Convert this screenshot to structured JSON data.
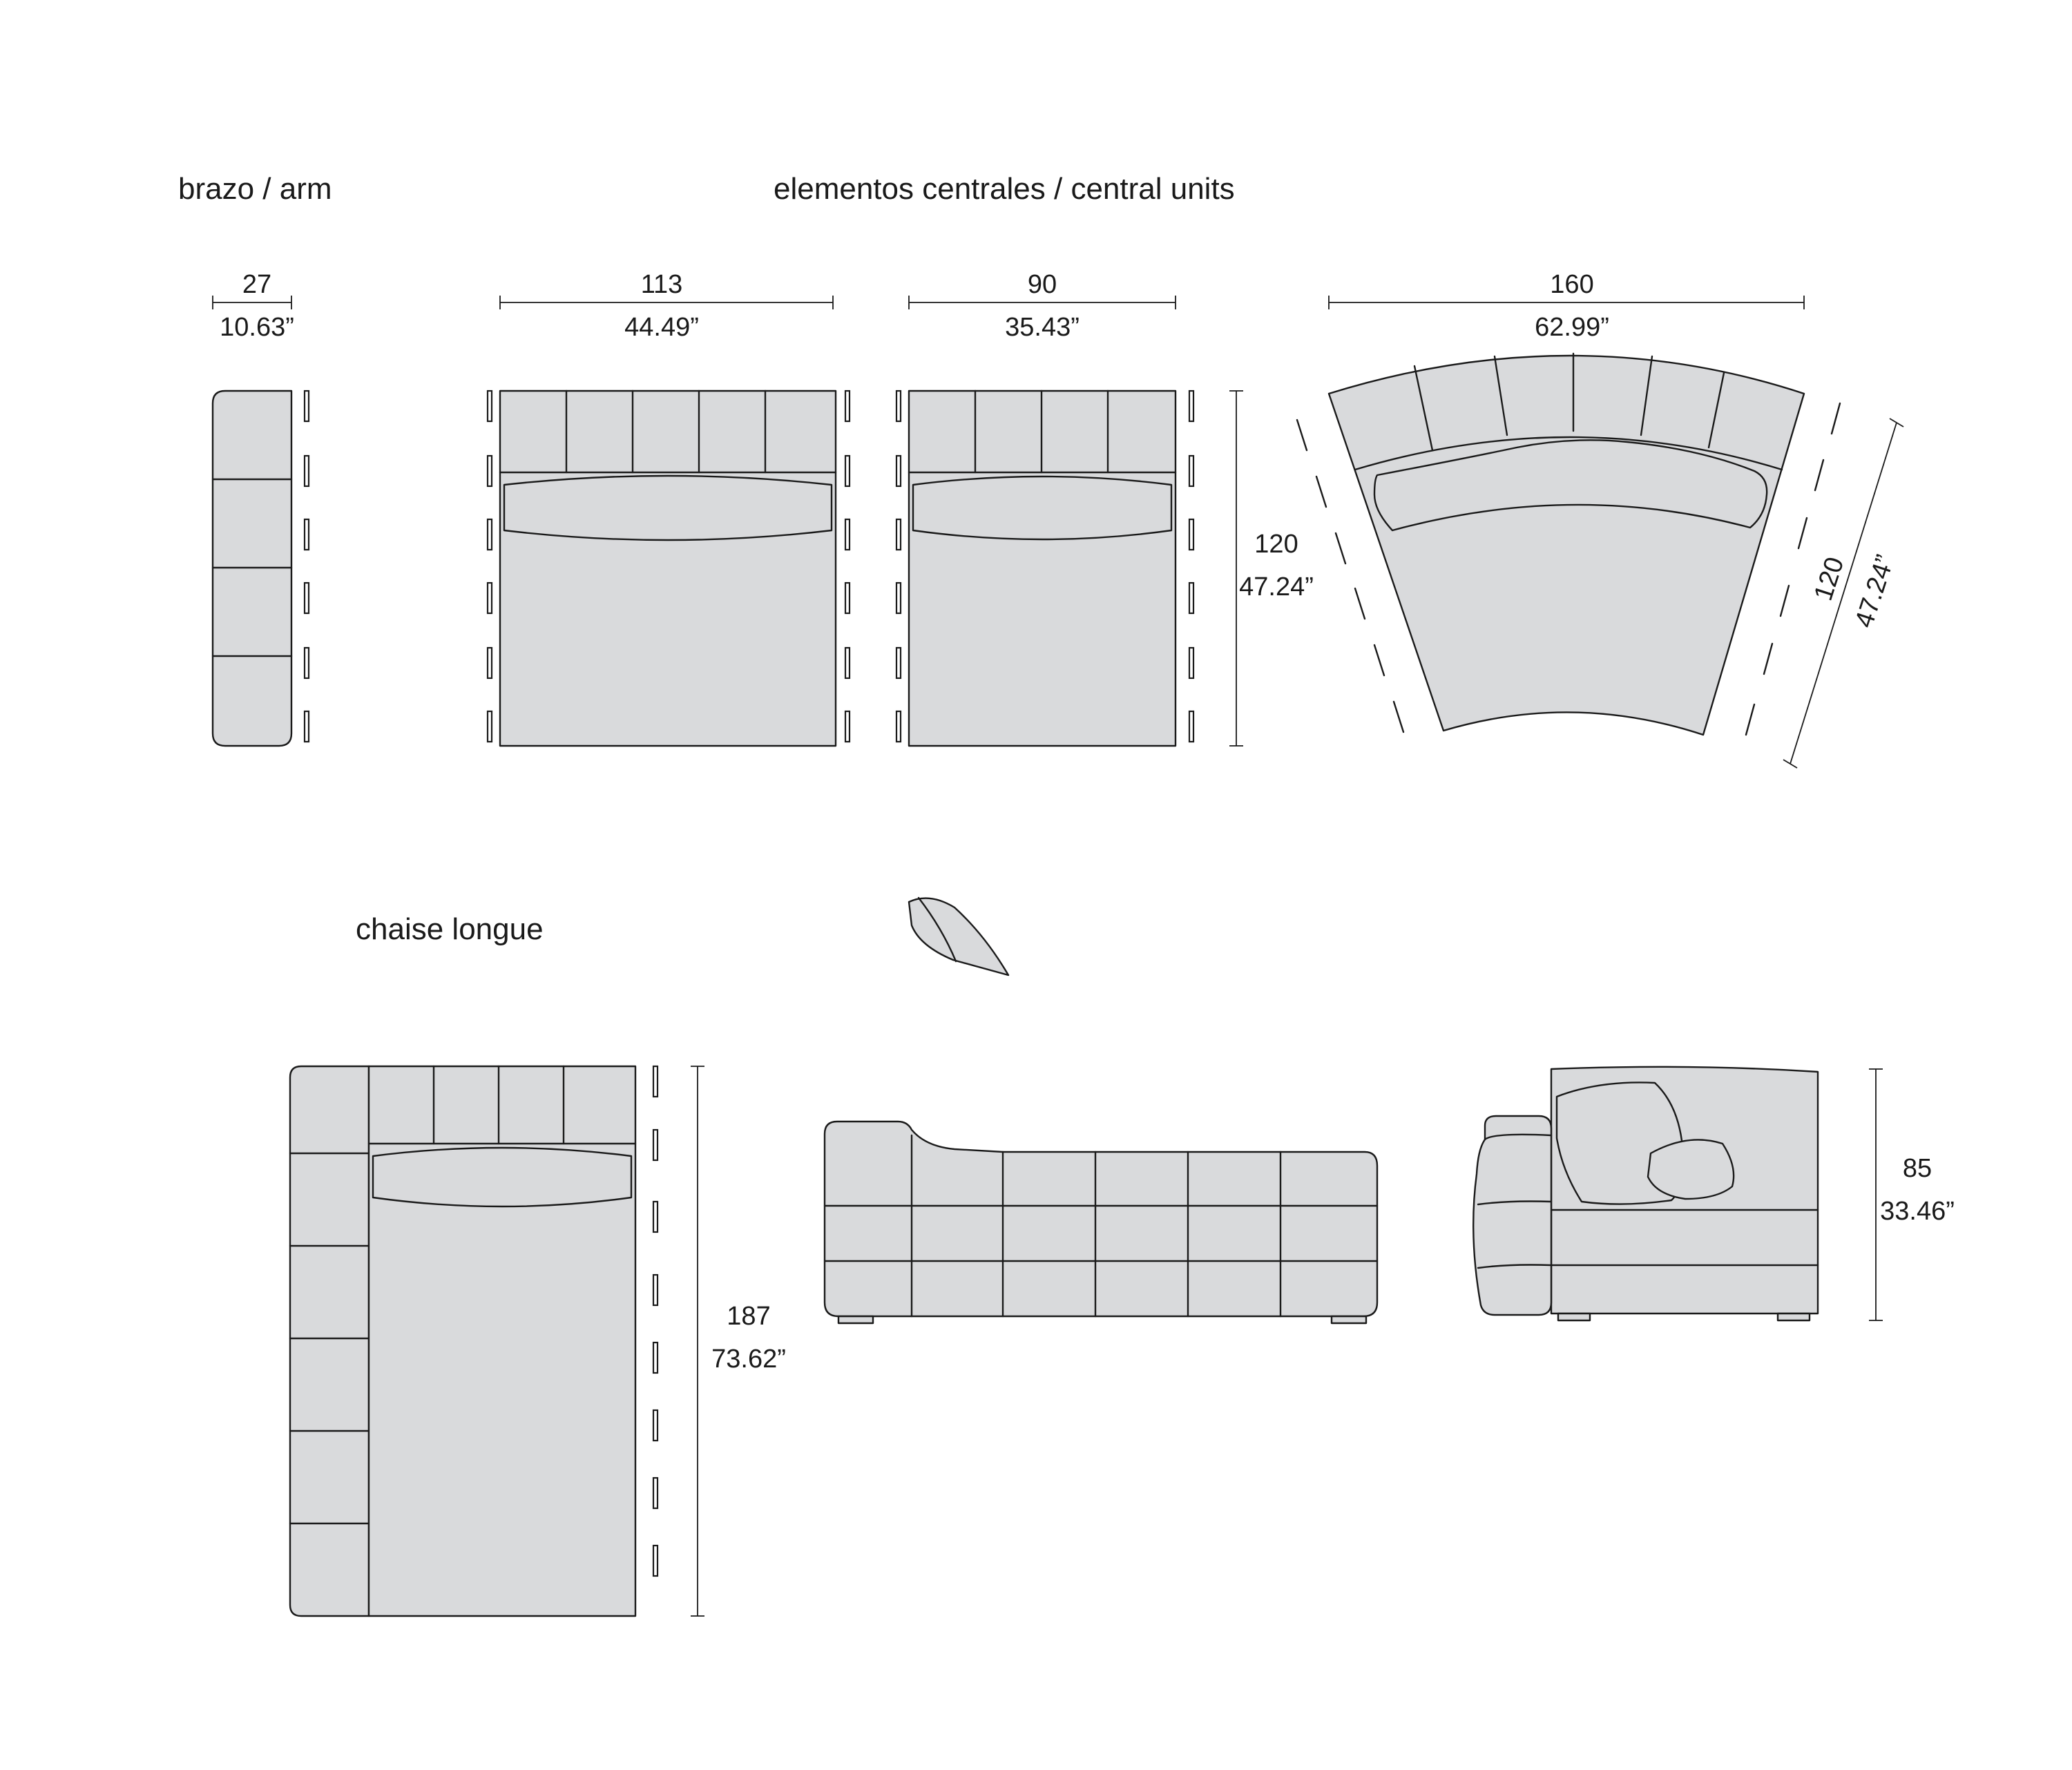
{
  "titles": {
    "arm": "brazo / arm",
    "central": "elementos centrales / central units",
    "chaise": "chaise longue"
  },
  "dimensions": {
    "arm_width": {
      "cm": "27",
      "in": "10.63”"
    },
    "unit113_width": {
      "cm": "113",
      "in": "44.49”"
    },
    "unit90_width": {
      "cm": "90",
      "in": "35.43”"
    },
    "central_depth": {
      "cm": "120",
      "in": "47.24”"
    },
    "curved_width": {
      "cm": "160",
      "in": "62.99”"
    },
    "curved_depth": {
      "cm": "120",
      "in": "47.24”"
    },
    "chaise_length": {
      "cm": "187",
      "in": "73.62”"
    },
    "height": {
      "cm": "85",
      "in": "33.46”"
    }
  },
  "colors": {
    "fill": "#d9dadc",
    "line": "#1a1a1a",
    "background": "#ffffff"
  }
}
